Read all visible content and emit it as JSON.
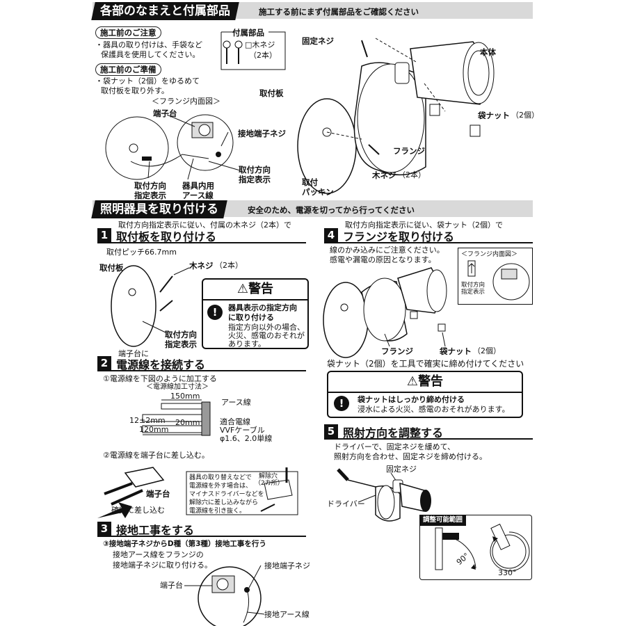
{
  "header1": {
    "title": "各部のなまえと付属部品",
    "note": "施工する前にまず付属部品をご確認ください"
  },
  "precaution": {
    "label": "施工前のご注意",
    "text1": "・器具の取り付けは、手袋など",
    "text2": "保護具を使用してください。"
  },
  "preparation": {
    "label": "施工前のご準備",
    "text1": "・袋ナット（2個）をゆるめて",
    "text2": "取付板を取り外す。"
  },
  "accessories": {
    "label": "付属部品",
    "item1": "□木ネジ",
    "item2": "（2本）"
  },
  "flange_diagram": {
    "title": "＜フランジ内面図＞",
    "terminal": "端子台",
    "ground_screw": "接地端子ネジ",
    "direction1": "取付方向",
    "direction2": "指定表示",
    "mark1": "取付方向",
    "mark2": "指定表示",
    "earth1": "器具内用",
    "earth2": "アース線"
  },
  "parts": {
    "fixing_screw": "固定ネジ",
    "body": "本体",
    "mount_plate": "取付板",
    "cap_nut": "袋ナット",
    "cap_nut_count": "（2個）",
    "flange": "フランジ",
    "wood_screw": "木ネジ",
    "wood_screw_count": "（2本）",
    "packing1": "取付",
    "packing2": "パッキン"
  },
  "header2": {
    "title": "照明器具を取り付ける",
    "note": "安全のため、電源を切ってから行ってください"
  },
  "step1": {
    "number": "1",
    "sub": "取付方向指定表示に従い、付属の木ネジ（2本）で",
    "title": "取付板を取り付ける",
    "pitch": "取付ピッチ66.7mm",
    "plate": "取付板",
    "screw": "木ネジ",
    "screw_count": "（2本）",
    "direction1": "取付方向",
    "direction2": "指定表示"
  },
  "warning1": {
    "title": "警告",
    "bold1": "器具表示の指定方向",
    "bold2": "に取り付ける",
    "text1": "指定方向以外の場合、",
    "text2": "火災、感電のおそれが",
    "text3": "あります。"
  },
  "step2": {
    "number": "2",
    "sub": "端子台に",
    "title": "電源線を接続する",
    "sub1": "①電源線を下図のように加工する",
    "dims_title": "＜電源線加工寸法＞",
    "d150": "150mm",
    "earth": "アース線",
    "d12": "12±2mm",
    "d20": "20mm",
    "d120": "120mm",
    "cable1": "適合電線",
    "cable2": "VVFケーブル",
    "cable3": "φ1.6、2.0単線",
    "sub2": "②電源線を端子台に差し込む。",
    "terminal": "端子台",
    "insert": "確実に差し込む",
    "note1": "器具の取り替えなどで",
    "note2": "電源線を外す場合は、",
    "note3": "マイナスドライバーなどを",
    "note4": "解除穴に差し込みながら",
    "note5": "電源線を引き抜く。",
    "release1": "解除穴",
    "release2": "（2カ所）"
  },
  "step3": {
    "number": "3",
    "title": "接地工事をする",
    "sub": "③接地端子ネジからD種（第3種）接地工事を行う",
    "text1": "接地アース線をフランジの",
    "text2": "接地端子ネジに取り付ける。",
    "ground_screw": "接地端子ネジ",
    "terminal": "端子台",
    "ground_wire": "接地アース線"
  },
  "step4": {
    "number": "4",
    "sub": "取付方向指定表示に従い、袋ナット（2個）で",
    "title": "フランジを取り付ける",
    "text1": "線のかみ込みにご注意ください。",
    "text2": "感電や漏電の原因となります。",
    "inset_title": "＜フランジ内面図＞",
    "inset1": "取付方向",
    "inset2": "指定表示",
    "flange": "フランジ",
    "cap_nut": "袋ナット",
    "cap_nut_count": "（2個）",
    "tighten": "袋ナット（2個）を工具で確実に締め付けてください"
  },
  "warning2": {
    "title": "警告",
    "bold": "袋ナットはしっかり締め付ける",
    "text": "浸水による火災、感電のおそれがあります。"
  },
  "step5": {
    "number": "5",
    "title": "照射方向を調整する",
    "text1": "ドライバーで、固定ネジを緩めて、",
    "text2": "照射方向を合わせ、固定ネジを締め付ける。",
    "fixing_screw": "固定ネジ",
    "driver": "ドライバー",
    "range": "調整可能範囲",
    "deg90": "90°",
    "deg330": "330°"
  }
}
